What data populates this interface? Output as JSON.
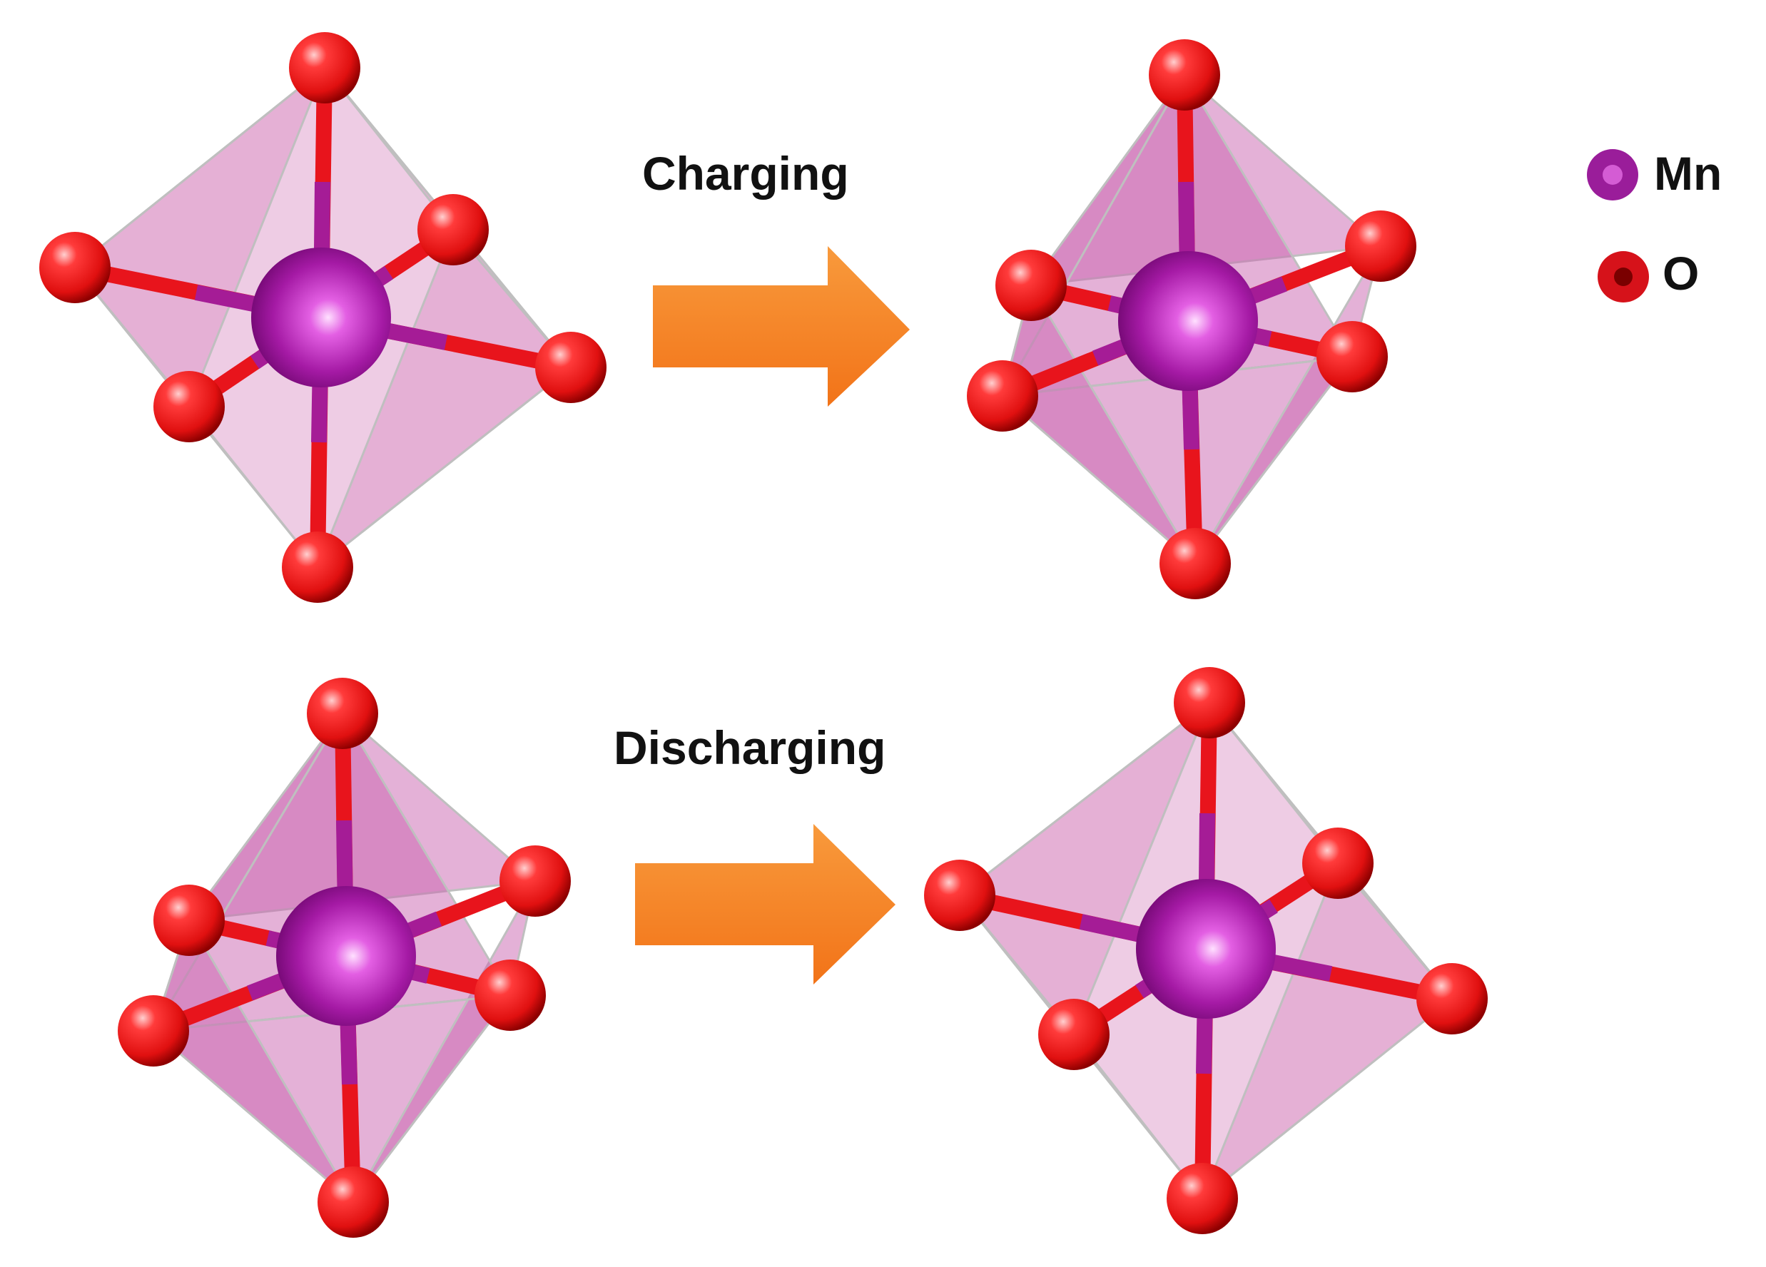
{
  "process": {
    "top_label": "Charging",
    "bottom_label": "Discharging"
  },
  "legend": {
    "mn_label": "Mn",
    "o_label": "O"
  },
  "colors": {
    "mn_atom": "#9a1d9a",
    "o_atom": "#e0141a",
    "octahedron_fill": "#d98fc4",
    "arrow": "#f5841f"
  }
}
